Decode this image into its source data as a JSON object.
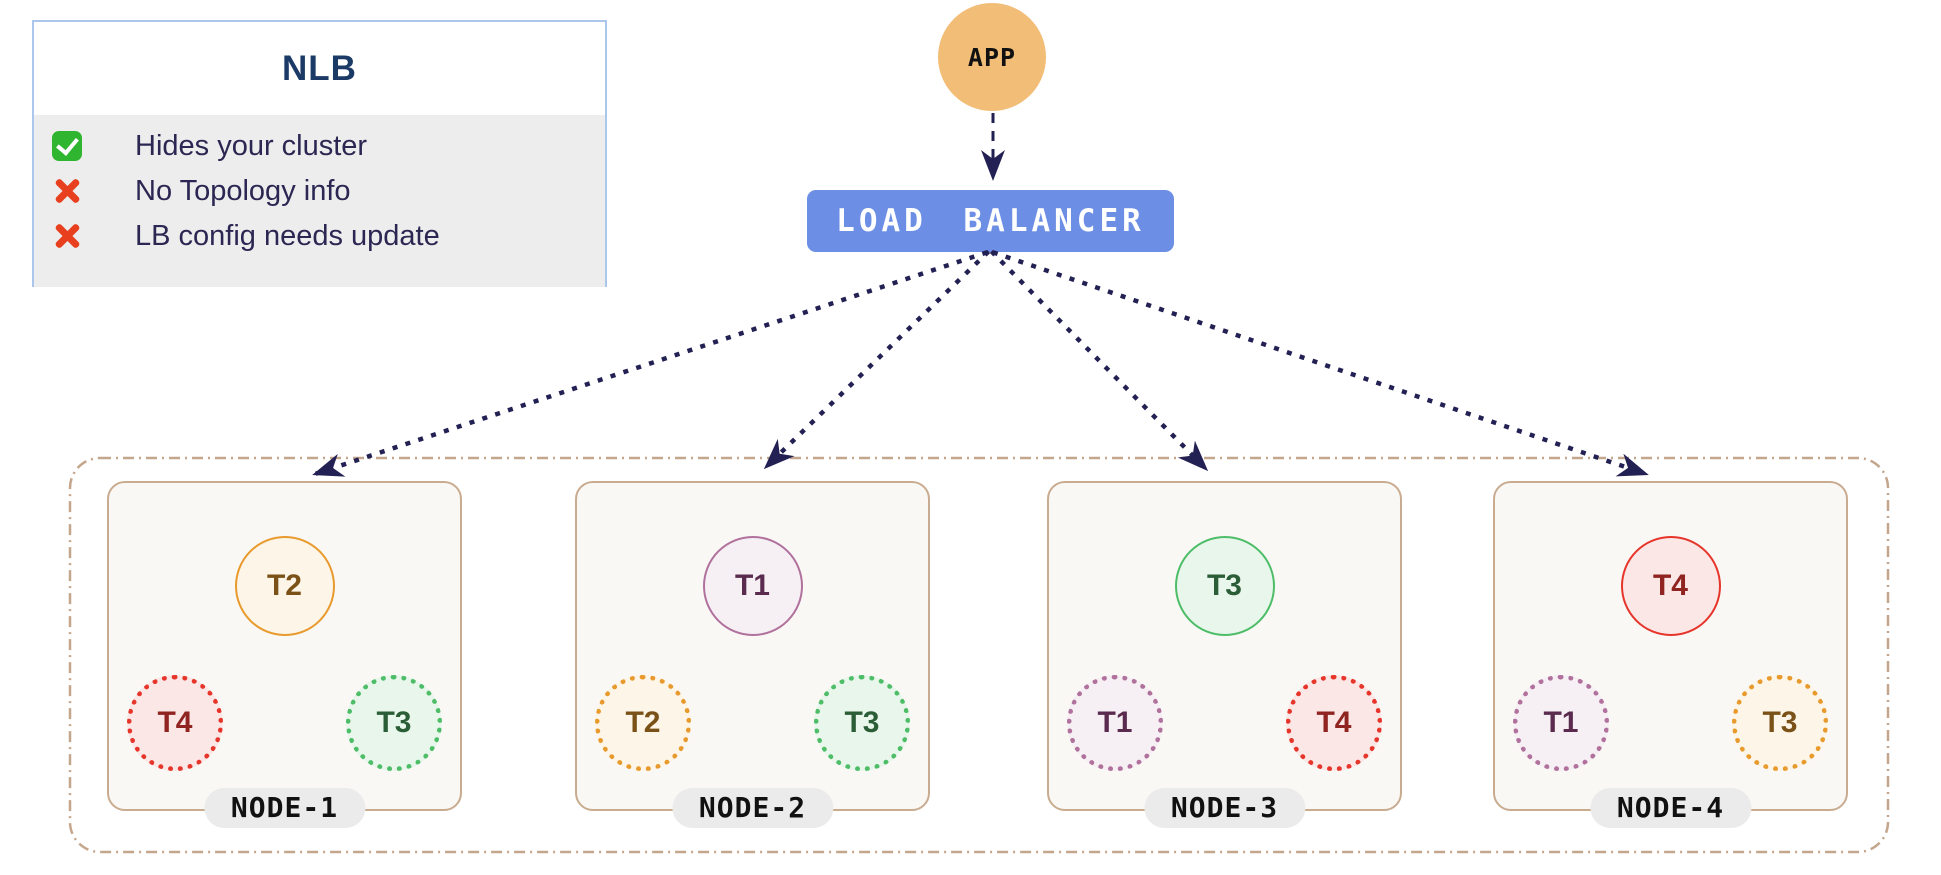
{
  "legend": {
    "title": "NLB",
    "items": [
      {
        "icon": "check-icon",
        "text": "Hides your cluster"
      },
      {
        "icon": "cross-icon",
        "text": "No Topology info"
      },
      {
        "icon": "cross-icon",
        "text": "LB config needs update"
      }
    ]
  },
  "app": {
    "label": "APP"
  },
  "load_balancer": {
    "label": "LOAD BALANCER"
  },
  "cluster": {
    "nodes": [
      {
        "name": "NODE-1",
        "primary": {
          "label": "T2",
          "palette": "orange"
        },
        "replicas": [
          {
            "label": "T4",
            "palette": "red"
          },
          {
            "label": "T3",
            "palette": "green"
          }
        ]
      },
      {
        "name": "NODE-2",
        "primary": {
          "label": "T1",
          "palette": "plum"
        },
        "replicas": [
          {
            "label": "T2",
            "palette": "orange"
          },
          {
            "label": "T3",
            "palette": "green"
          }
        ]
      },
      {
        "name": "NODE-3",
        "primary": {
          "label": "T3",
          "palette": "green"
        },
        "replicas": [
          {
            "label": "T1",
            "palette": "plum"
          },
          {
            "label": "T4",
            "palette": "red"
          }
        ]
      },
      {
        "name": "NODE-4",
        "primary": {
          "label": "T4",
          "palette": "red"
        },
        "replicas": [
          {
            "label": "T1",
            "palette": "plum"
          },
          {
            "label": "T3",
            "palette": "orange"
          }
        ]
      }
    ]
  },
  "colors": {
    "arrow": "#232153",
    "cluster_boundary": "#c4a68c",
    "node_border": "#c9ac90",
    "node_background": "#faf8f5",
    "node_label_background": "#ebebeb",
    "app_fill": "#f1bd77",
    "load_balancer_fill": "#6c8ee4",
    "legend_border": "#abc7ec",
    "legend_body_background": "#ededed",
    "legend_title_text": "#1b3b66",
    "legend_item_text": "#2b2752",
    "check_green": "#2fb52f",
    "cross_red": "#e8401f",
    "palettes": {
      "orange": {
        "border": "#e89a2d",
        "fill": "#fdf5e8",
        "text": "#7a5217"
      },
      "plum": {
        "border": "#b0719c",
        "fill": "#f6f0f4",
        "text": "#5a2b4e"
      },
      "green": {
        "border": "#4dbd68",
        "fill": "#e9f6ec",
        "text": "#2b5e37"
      },
      "red": {
        "border": "#e6352b",
        "fill": "#fbe7e6",
        "text": "#8f2420"
      }
    }
  }
}
